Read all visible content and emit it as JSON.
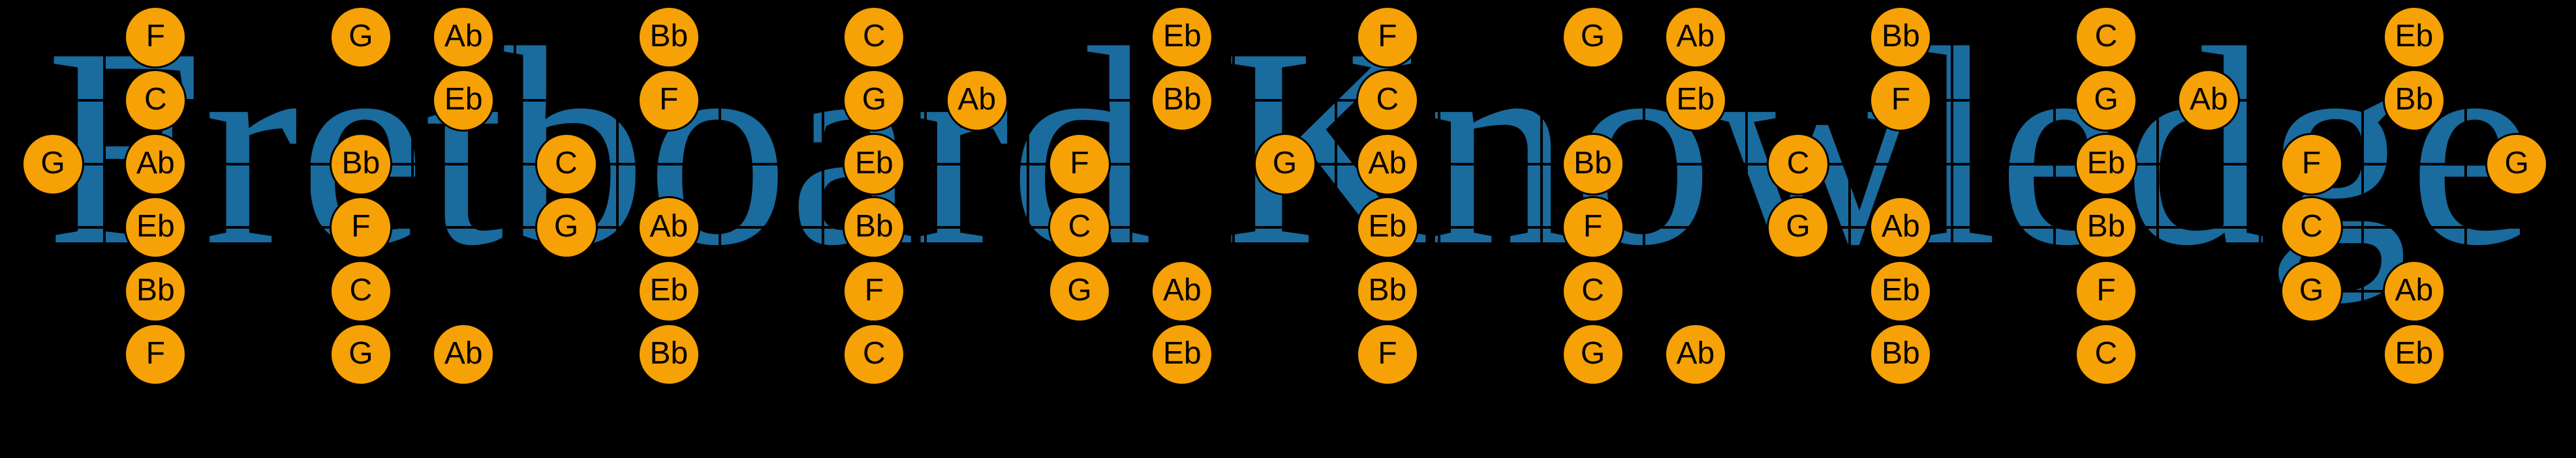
{
  "title": {
    "text": "Fretboard Knowledge"
  },
  "colors": {
    "background": "#000000",
    "watermark_blue": "#1A6B9E",
    "marker_orange": "#F6A106",
    "marker_outline": "#000000",
    "note_text": "#000000",
    "grid_line": "#000000"
  },
  "fretboard": {
    "strings_count": 6,
    "frets_shown": 24,
    "note_names_used": [
      "F",
      "G",
      "Ab",
      "Bb",
      "C",
      "Eb"
    ],
    "notes": [
      {
        "fret": 0,
        "string": 3,
        "label": "G"
      },
      {
        "fret": 1,
        "string": 1,
        "label": "F"
      },
      {
        "fret": 1,
        "string": 2,
        "label": "C"
      },
      {
        "fret": 1,
        "string": 3,
        "label": "Ab"
      },
      {
        "fret": 1,
        "string": 4,
        "label": "Eb"
      },
      {
        "fret": 1,
        "string": 5,
        "label": "Bb"
      },
      {
        "fret": 1,
        "string": 6,
        "label": "F"
      },
      {
        "fret": 3,
        "string": 1,
        "label": "G"
      },
      {
        "fret": 3,
        "string": 3,
        "label": "Bb"
      },
      {
        "fret": 3,
        "string": 4,
        "label": "F"
      },
      {
        "fret": 3,
        "string": 5,
        "label": "C"
      },
      {
        "fret": 3,
        "string": 6,
        "label": "G"
      },
      {
        "fret": 4,
        "string": 1,
        "label": "Ab"
      },
      {
        "fret": 4,
        "string": 2,
        "label": "Eb"
      },
      {
        "fret": 4,
        "string": 6,
        "label": "Ab"
      },
      {
        "fret": 5,
        "string": 3,
        "label": "C"
      },
      {
        "fret": 5,
        "string": 4,
        "label": "G"
      },
      {
        "fret": 6,
        "string": 1,
        "label": "Bb"
      },
      {
        "fret": 6,
        "string": 2,
        "label": "F"
      },
      {
        "fret": 6,
        "string": 4,
        "label": "Ab"
      },
      {
        "fret": 6,
        "string": 5,
        "label": "Eb"
      },
      {
        "fret": 6,
        "string": 6,
        "label": "Bb"
      },
      {
        "fret": 8,
        "string": 1,
        "label": "C"
      },
      {
        "fret": 8,
        "string": 2,
        "label": "G"
      },
      {
        "fret": 8,
        "string": 3,
        "label": "Eb"
      },
      {
        "fret": 8,
        "string": 4,
        "label": "Bb"
      },
      {
        "fret": 8,
        "string": 5,
        "label": "F"
      },
      {
        "fret": 8,
        "string": 6,
        "label": "C"
      },
      {
        "fret": 9,
        "string": 2,
        "label": "Ab"
      },
      {
        "fret": 10,
        "string": 3,
        "label": "F"
      },
      {
        "fret": 10,
        "string": 4,
        "label": "C"
      },
      {
        "fret": 10,
        "string": 5,
        "label": "G"
      },
      {
        "fret": 11,
        "string": 1,
        "label": "Eb"
      },
      {
        "fret": 11,
        "string": 2,
        "label": "Bb"
      },
      {
        "fret": 11,
        "string": 5,
        "label": "Ab"
      },
      {
        "fret": 11,
        "string": 6,
        "label": "Eb"
      },
      {
        "fret": 12,
        "string": 3,
        "label": "G"
      },
      {
        "fret": 13,
        "string": 1,
        "label": "F"
      },
      {
        "fret": 13,
        "string": 2,
        "label": "C"
      },
      {
        "fret": 13,
        "string": 3,
        "label": "Ab"
      },
      {
        "fret": 13,
        "string": 4,
        "label": "Eb"
      },
      {
        "fret": 13,
        "string": 5,
        "label": "Bb"
      },
      {
        "fret": 13,
        "string": 6,
        "label": "F"
      },
      {
        "fret": 15,
        "string": 1,
        "label": "G"
      },
      {
        "fret": 15,
        "string": 3,
        "label": "Bb"
      },
      {
        "fret": 15,
        "string": 4,
        "label": "F"
      },
      {
        "fret": 15,
        "string": 5,
        "label": "C"
      },
      {
        "fret": 15,
        "string": 6,
        "label": "G"
      },
      {
        "fret": 16,
        "string": 1,
        "label": "Ab"
      },
      {
        "fret": 16,
        "string": 2,
        "label": "Eb"
      },
      {
        "fret": 16,
        "string": 6,
        "label": "Ab"
      },
      {
        "fret": 17,
        "string": 3,
        "label": "C"
      },
      {
        "fret": 17,
        "string": 4,
        "label": "G"
      },
      {
        "fret": 18,
        "string": 1,
        "label": "Bb"
      },
      {
        "fret": 18,
        "string": 2,
        "label": "F"
      },
      {
        "fret": 18,
        "string": 4,
        "label": "Ab"
      },
      {
        "fret": 18,
        "string": 5,
        "label": "Eb"
      },
      {
        "fret": 18,
        "string": 6,
        "label": "Bb"
      },
      {
        "fret": 20,
        "string": 1,
        "label": "C"
      },
      {
        "fret": 20,
        "string": 2,
        "label": "G"
      },
      {
        "fret": 20,
        "string": 3,
        "label": "Eb"
      },
      {
        "fret": 20,
        "string": 4,
        "label": "Bb"
      },
      {
        "fret": 20,
        "string": 5,
        "label": "F"
      },
      {
        "fret": 20,
        "string": 6,
        "label": "C"
      },
      {
        "fret": 21,
        "string": 2,
        "label": "Ab"
      },
      {
        "fret": 22,
        "string": 3,
        "label": "F"
      },
      {
        "fret": 22,
        "string": 4,
        "label": "C"
      },
      {
        "fret": 22,
        "string": 5,
        "label": "G"
      },
      {
        "fret": 23,
        "string": 1,
        "label": "Eb"
      },
      {
        "fret": 23,
        "string": 2,
        "label": "Bb"
      },
      {
        "fret": 23,
        "string": 5,
        "label": "Ab"
      },
      {
        "fret": 23,
        "string": 6,
        "label": "Eb"
      },
      {
        "fret": 24,
        "string": 3,
        "label": "G"
      }
    ]
  }
}
